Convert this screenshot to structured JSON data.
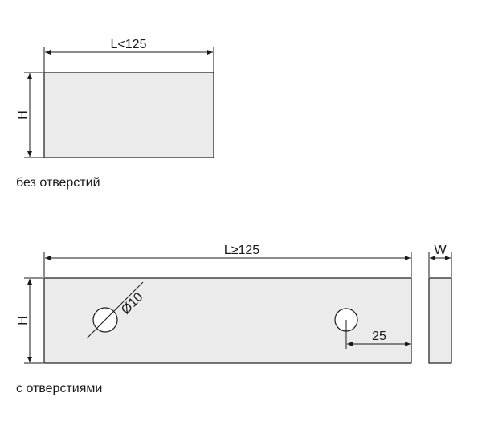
{
  "top_view": {
    "length_label": "L<125",
    "height_label": "H",
    "caption": "без отверстий"
  },
  "bottom_view": {
    "length_label": "L≥125",
    "height_label": "H",
    "width_label": "W",
    "hole_diameter_label": "Ø10",
    "hole_offset_label": "25",
    "caption": "с отверстиями"
  },
  "colors": {
    "part_fill": "#ebebeb",
    "line": "#1a1a1a"
  }
}
